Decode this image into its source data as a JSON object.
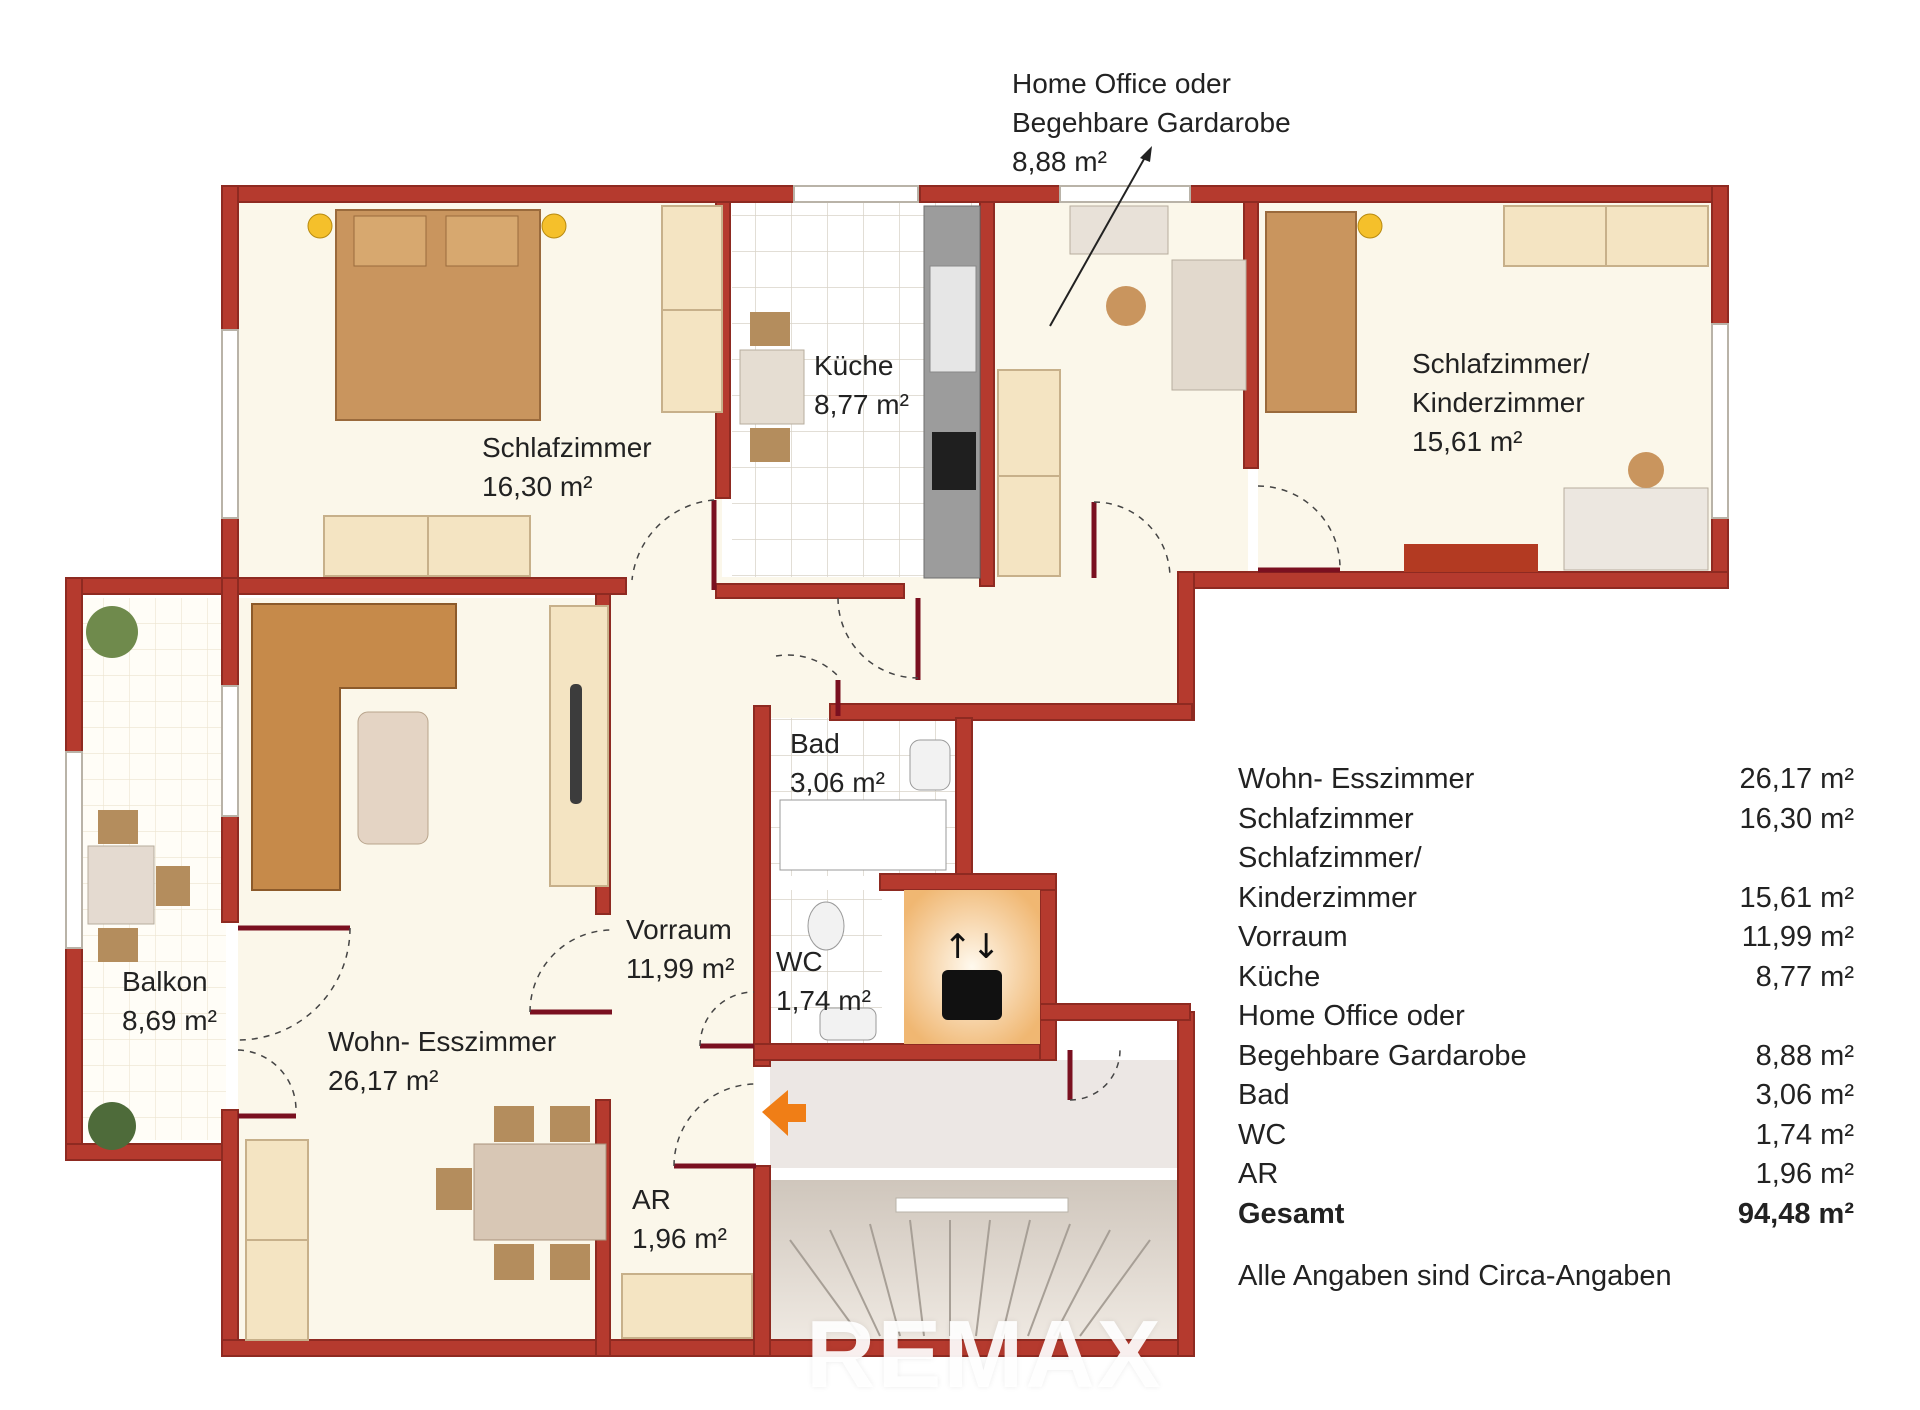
{
  "rooms": {
    "schlafzimmer": {
      "name": "Schlafzimmer",
      "area": "16,30 m²"
    },
    "kueche": {
      "name": "Küche",
      "area": "8,77 m²"
    },
    "home_office": {
      "name_line1": "Home Office oder",
      "name_line2": "Begehbare Gardarobe",
      "area": "8,88 m²"
    },
    "kinderzimmer": {
      "name_line1": "Schlafzimmer/",
      "name_line2": "Kinderzimmer",
      "area": "15,61 m²"
    },
    "balkon": {
      "name": "Balkon",
      "area": "8,69 m²"
    },
    "wohn": {
      "name": "Wohn- Esszimmer",
      "area": "26,17 m²"
    },
    "vorraum": {
      "name": "Vorraum",
      "area": "11,99 m²"
    },
    "bad": {
      "name": "Bad",
      "area": "3,06 m²"
    },
    "wc": {
      "name": "WC",
      "area": "1,74 m²"
    },
    "ar": {
      "name": "AR",
      "area": "1,96 m²"
    }
  },
  "area_table": [
    {
      "label": "Wohn- Esszimmer",
      "value": "26,17 m²"
    },
    {
      "label": "Schlafzimmer",
      "value": "16,30 m²"
    },
    {
      "label": "Schlafzimmer/",
      "value": ""
    },
    {
      "label": "Kinderzimmer",
      "value": "15,61 m²"
    },
    {
      "label": "Vorraum",
      "value": "11,99 m²"
    },
    {
      "label": "Küche",
      "value": "8,77 m²"
    },
    {
      "label": "Home Office oder",
      "value": ""
    },
    {
      "label": "Begehbare Gardarobe",
      "value": "8,88 m²"
    },
    {
      "label": "Bad",
      "value": "3,06 m²"
    },
    {
      "label": "WC",
      "value": "1,74 m²"
    },
    {
      "label": "AR",
      "value": "1,96 m²"
    }
  ],
  "total": {
    "label": "Gesamt",
    "value": "94,48 m²"
  },
  "note": "Alle Angaben sind Circa-Angaben",
  "watermark": "REMAX",
  "colors": {
    "wall": "#b53a2e",
    "wall_dark": "#8e2a21",
    "floor": "#fbf7ea",
    "tile": "#ffffff",
    "furniture": "#f4e4c2",
    "sofa": "#c68a4a",
    "door": "#7a1020"
  }
}
